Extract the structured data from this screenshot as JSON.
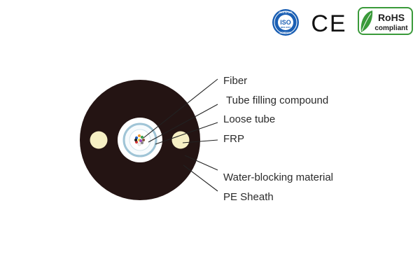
{
  "certifications": {
    "iso": {
      "top_text": "CERTIFIED",
      "main_text": "ISO",
      "sub_text": "9001:2015",
      "bottom_text": "COMPANY"
    },
    "ce": {
      "text": "CE"
    },
    "rohs": {
      "title": "RoHS",
      "subtitle": "compliant"
    }
  },
  "diagram": {
    "labels": [
      {
        "id": "fiber",
        "text": "Fiber"
      },
      {
        "id": "tube-filling-compound",
        "text": "Tube filling compound"
      },
      {
        "id": "loose-tube",
        "text": "Loose tube"
      },
      {
        "id": "frp",
        "text": "FRP"
      },
      {
        "id": "water-blocking-material",
        "text": "Water-blocking material"
      },
      {
        "id": "pe-sheath",
        "text": "PE Sheath"
      }
    ]
  },
  "colors": {
    "sheath": "#241413",
    "frp": "#f6efc4",
    "tube": "#ffffff",
    "tube_ring": "#9fc4d6",
    "leader_line": "#222222",
    "iso_blue": "#1a5fb4",
    "rohs_green": "#3a9a3a"
  }
}
